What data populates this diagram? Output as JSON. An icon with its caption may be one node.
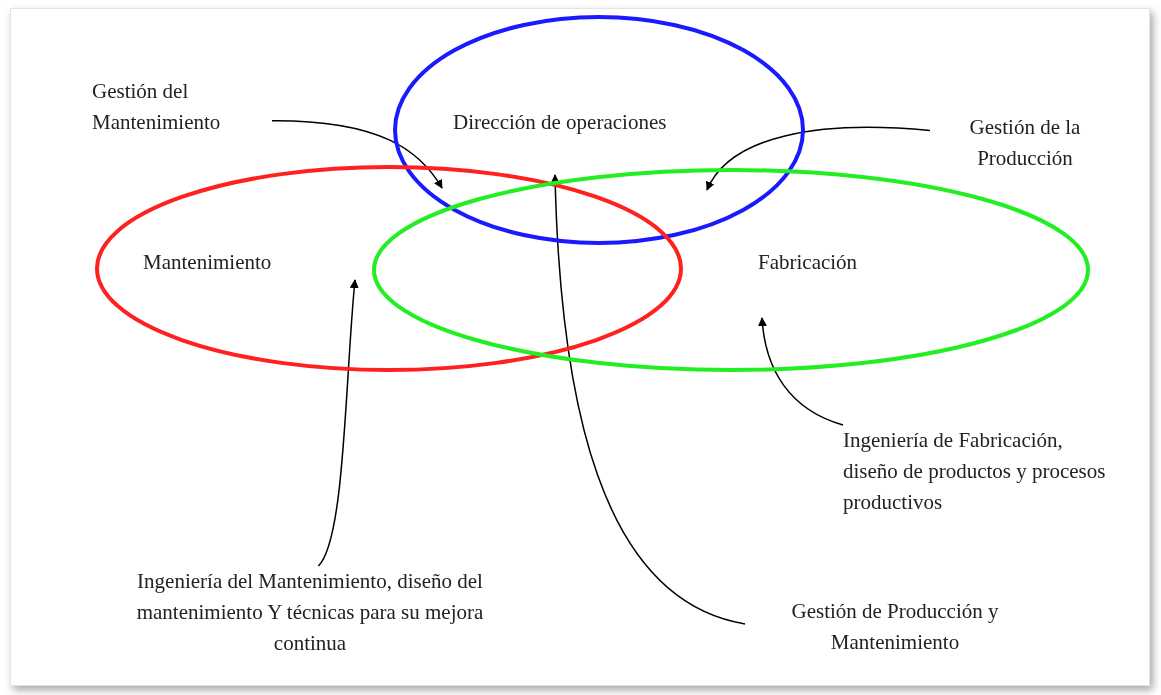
{
  "diagram": {
    "nodes": [
      {
        "text": [
          "Dirección de operaciones"
        ]
      },
      {
        "text": [
          "Mantenimiento"
        ]
      },
      {
        "text": [
          "Fabricación"
        ]
      },
      {
        "text": [
          "Gestión del Mantenimiento"
        ]
      },
      {
        "text": [
          "Gestión de la Producción"
        ]
      },
      {
        "text": [
          "Ingeniería de Fabricación, diseño de productos y procesos productivos"
        ]
      },
      {
        "text": [
          "Ingeniería del Mantenimiento, diseño del mantenimiento Y técnicas para su mejora continua"
        ]
      },
      {
        "text": [
          "Gestión de Producción y Mantenimiento"
        ]
      }
    ],
    "edges": [
      {
        "from": 3,
        "to": 0,
        "arrow": "to"
      },
      {
        "from": 4,
        "to": 0,
        "arrow": "to"
      },
      {
        "from": 5,
        "to": 2,
        "arrow": "to"
      },
      {
        "from": 6,
        "to": 1,
        "arrow": "to"
      },
      {
        "from": 7,
        "to": 0,
        "arrow": "to"
      }
    ]
  }
}
